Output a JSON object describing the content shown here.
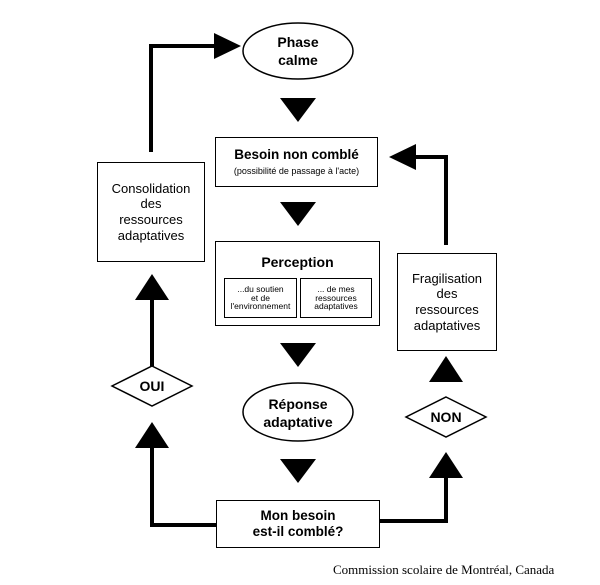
{
  "nodes": {
    "phase_calme": {
      "line1": "Phase",
      "line2": "calme"
    },
    "besoin": {
      "title": "Besoin non comblé",
      "subtitle": "(possibilité de passage à l'acte)"
    },
    "perception": {
      "title": "Perception",
      "left": [
        "...du soutien",
        "et de",
        "l'environnement"
      ],
      "right": [
        "... de mes",
        "ressources",
        "adaptatives"
      ]
    },
    "reponse": {
      "line1": "Réponse",
      "line2": "adaptative"
    },
    "question": {
      "line1": "Mon besoin",
      "line2": "est-il comblé?"
    },
    "oui": "OUI",
    "non": "NON",
    "consolidation": [
      "Consolidation",
      "des",
      "ressources",
      "adaptatives"
    ],
    "fragilisation": [
      "Fragilisation",
      "des",
      "ressources",
      "adaptatives"
    ]
  },
  "credit": "Commission scolaire de Montréal, Canada",
  "colors": {
    "stroke": "#000000",
    "fill": "#ffffff"
  }
}
